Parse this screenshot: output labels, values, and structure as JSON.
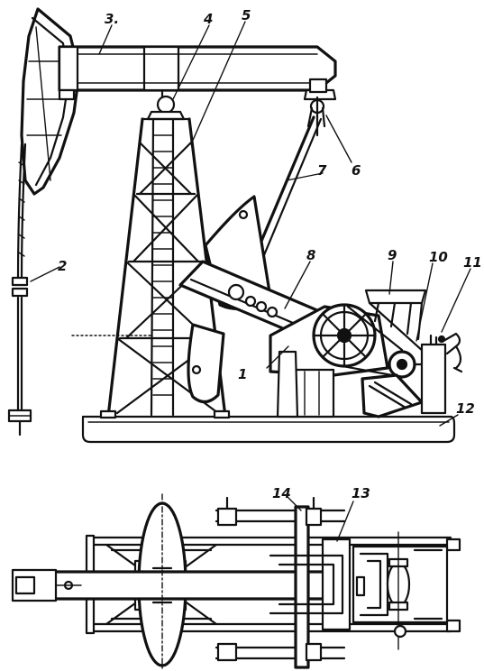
{
  "callouts": [
    {
      "id": "1",
      "text": "1"
    },
    {
      "id": "2",
      "text": "2"
    },
    {
      "id": "3",
      "text": "3."
    },
    {
      "id": "4",
      "text": "4"
    },
    {
      "id": "5",
      "text": "5"
    },
    {
      "id": "6",
      "text": "6"
    },
    {
      "id": "7",
      "text": "7"
    },
    {
      "id": "8",
      "text": "8"
    },
    {
      "id": "9",
      "text": "9"
    },
    {
      "id": "10",
      "text": "10"
    },
    {
      "id": "11",
      "text": "11"
    },
    {
      "id": "12",
      "text": "12"
    },
    {
      "id": "13",
      "text": "13"
    },
    {
      "id": "14",
      "text": "14"
    }
  ]
}
